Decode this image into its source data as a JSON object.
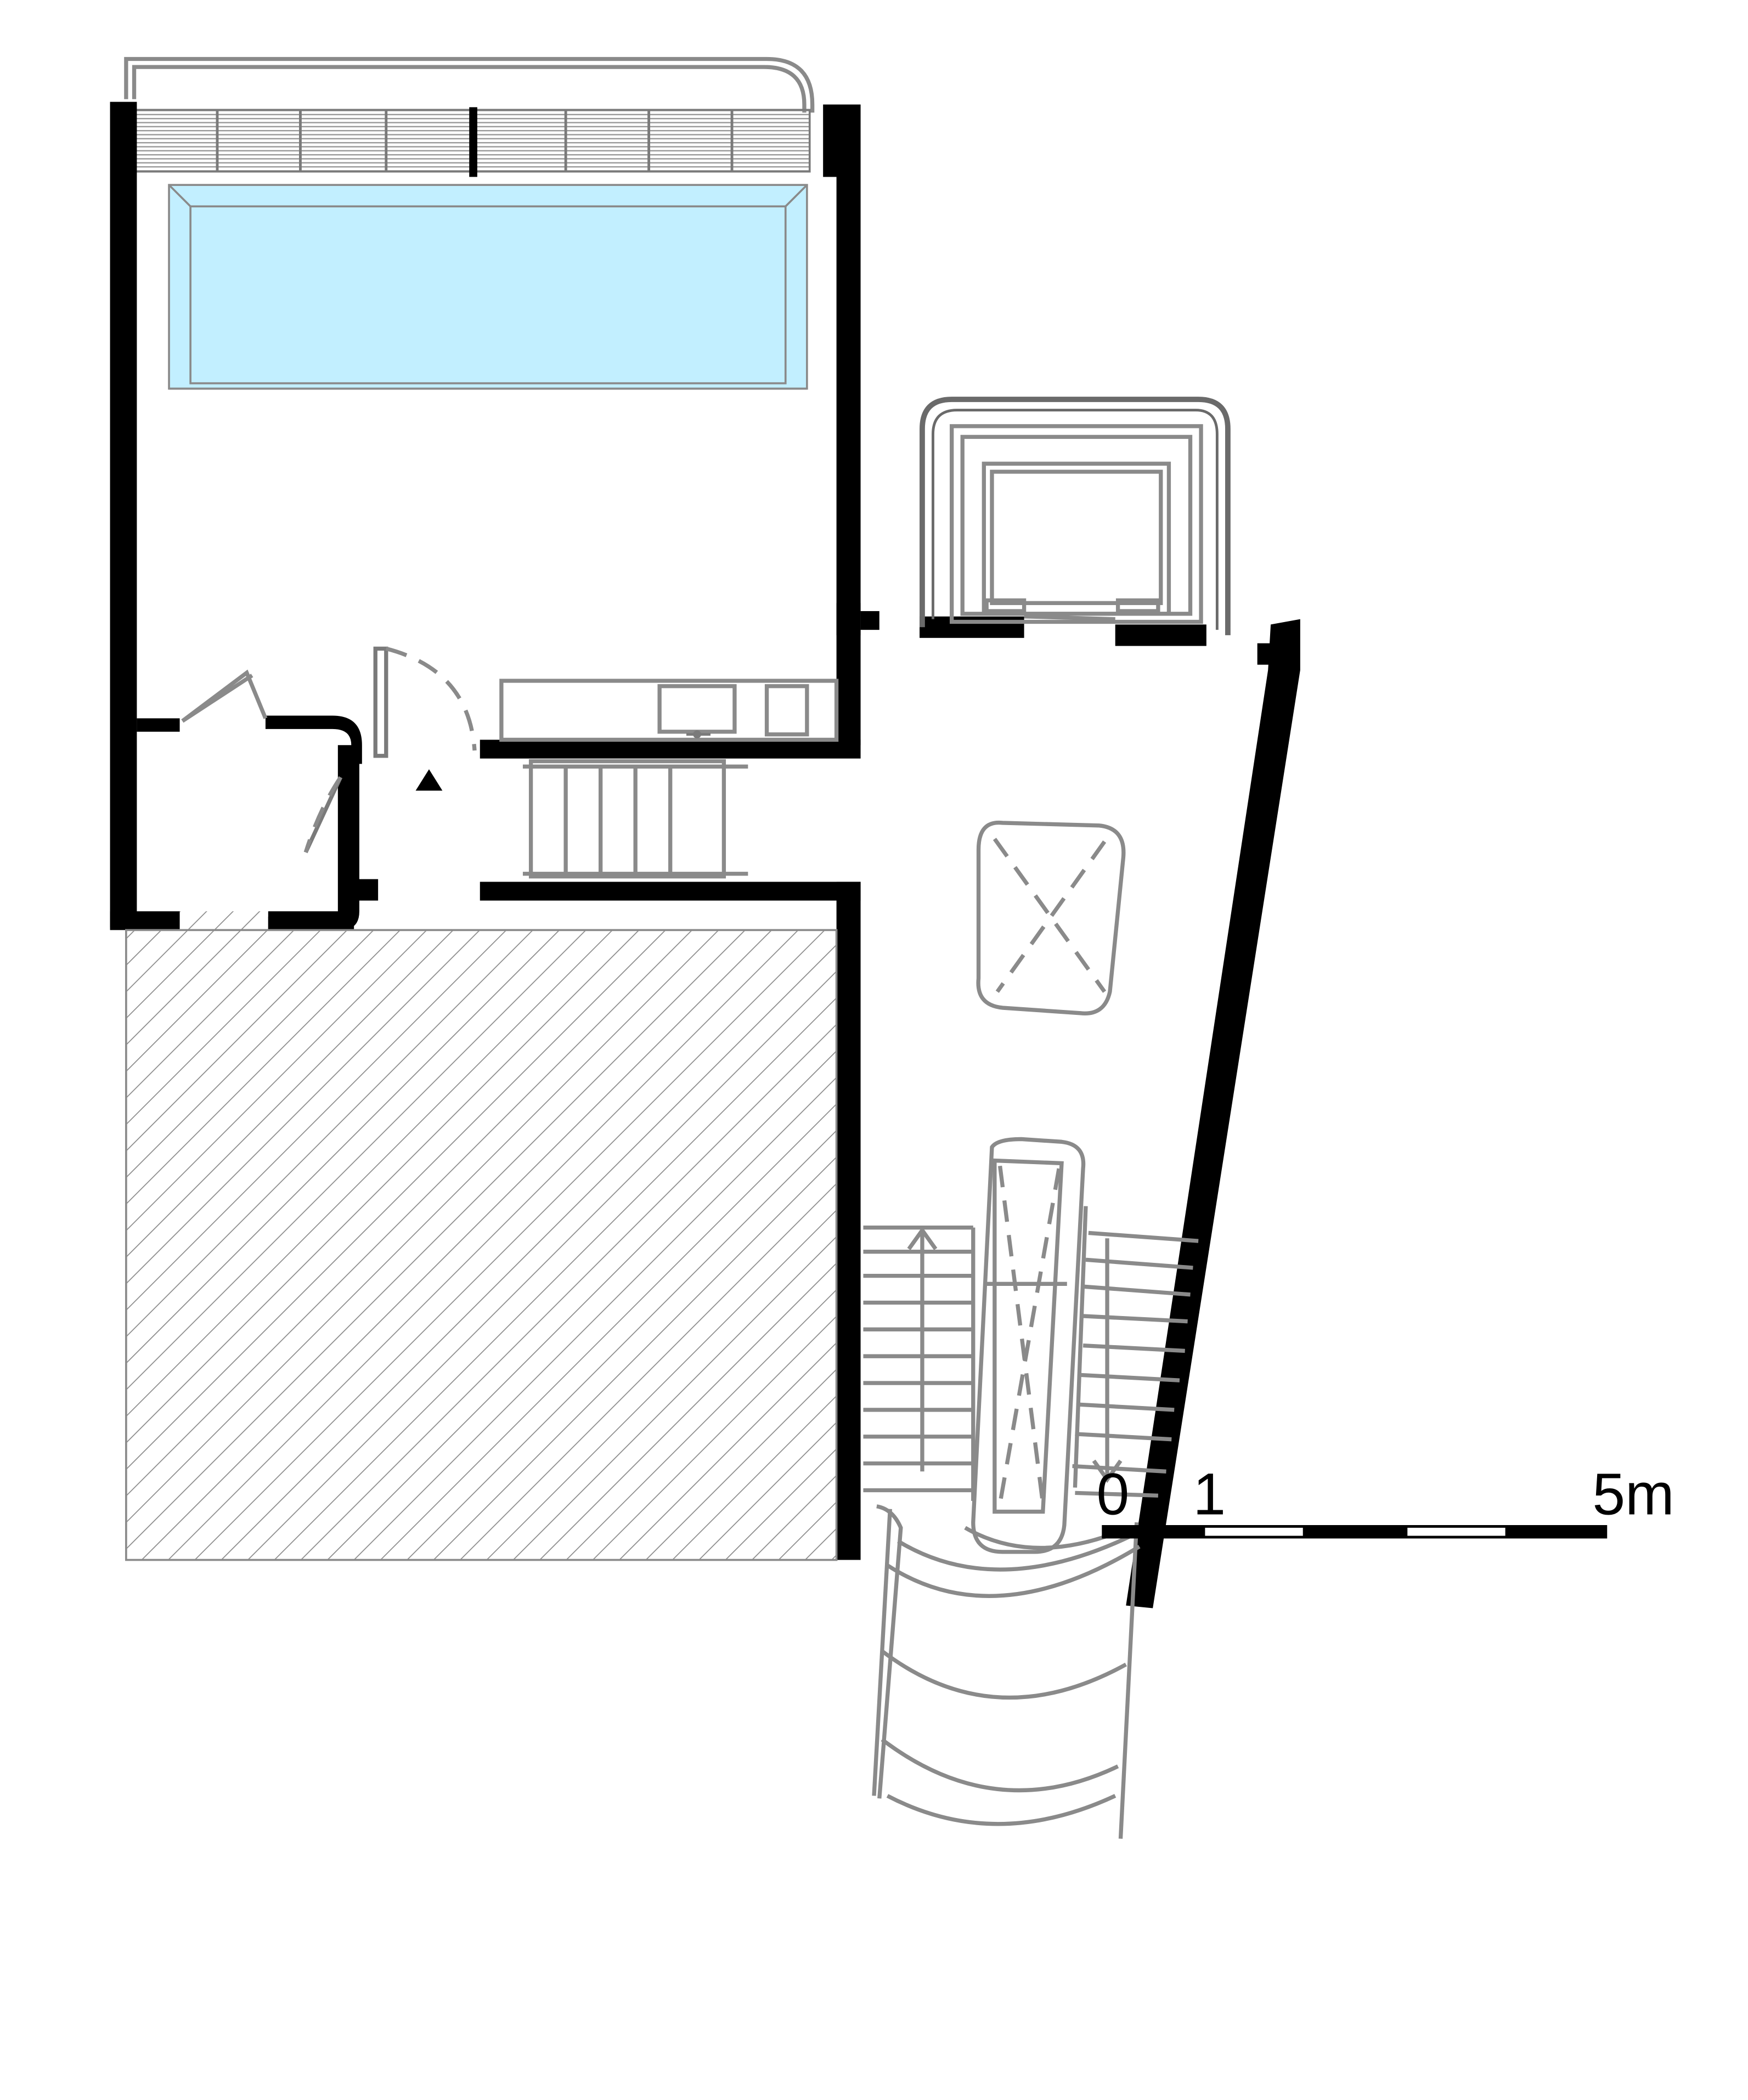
{
  "drawing": {
    "type": "floor plan",
    "pool_color": "#c2efff",
    "wall_color": "#000000",
    "line_color": "#7a7a7a",
    "entrance_marker": "triangle-up-icon"
  },
  "scale_bar": {
    "labels": [
      "0",
      "1",
      "5m"
    ],
    "segments": 5,
    "fill_pattern": [
      "#000000",
      "#ffffff",
      "#000000",
      "#ffffff",
      "#000000"
    ]
  }
}
